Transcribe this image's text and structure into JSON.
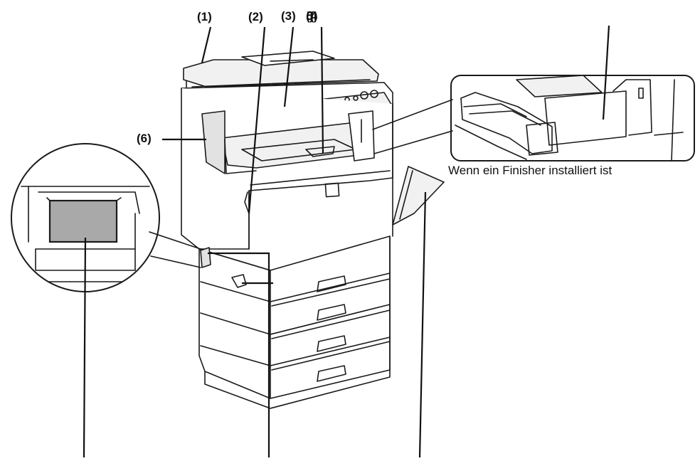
{
  "labels": {
    "c1": "(1)",
    "c2": "(2)",
    "c3": "(3)",
    "c45": "(5)(4)",
    "c6": "(6)"
  },
  "caption": "Wenn ein Finisher installiert ist",
  "colors": {
    "line": "#1a1a1a",
    "switch": "#a9a9a9",
    "panel": "#e6e6e6"
  }
}
